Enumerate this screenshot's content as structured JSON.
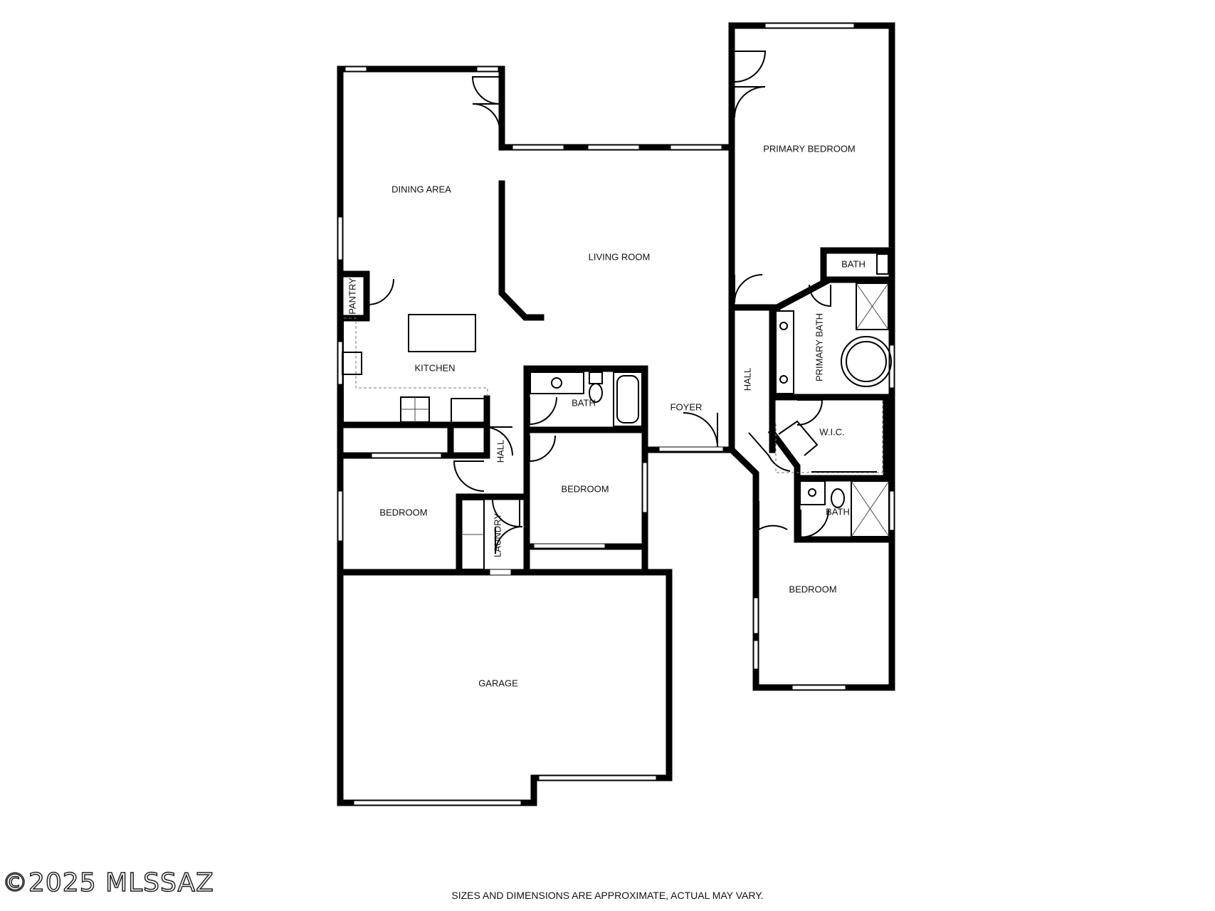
{
  "rooms": {
    "primary_bedroom": "PRIMARY BEDROOM",
    "dining_area": "DINING AREA",
    "living_room": "LIVING ROOM",
    "pantry": "PANTRY",
    "kitchen": "KITCHEN",
    "bath_primary_wc": "BATH",
    "primary_bath": "PRIMARY BATH",
    "hall_east": "HALL",
    "bath_center": "BATH",
    "foyer": "FOYER",
    "wic": "W.I.C.",
    "hall_west": "HALL",
    "bedroom_center": "BEDROOM",
    "bedroom_west": "BEDROOM",
    "laundry": "LAUNDRY",
    "bath_east": "BATH",
    "bedroom_east": "BEDROOM",
    "garage": "GARAGE"
  },
  "footer": {
    "disclaimer": "SIZES AND DIMENSIONS ARE APPROXIMATE, ACTUAL MAY VARY.",
    "watermark": "©2025 MLSSAZ"
  }
}
